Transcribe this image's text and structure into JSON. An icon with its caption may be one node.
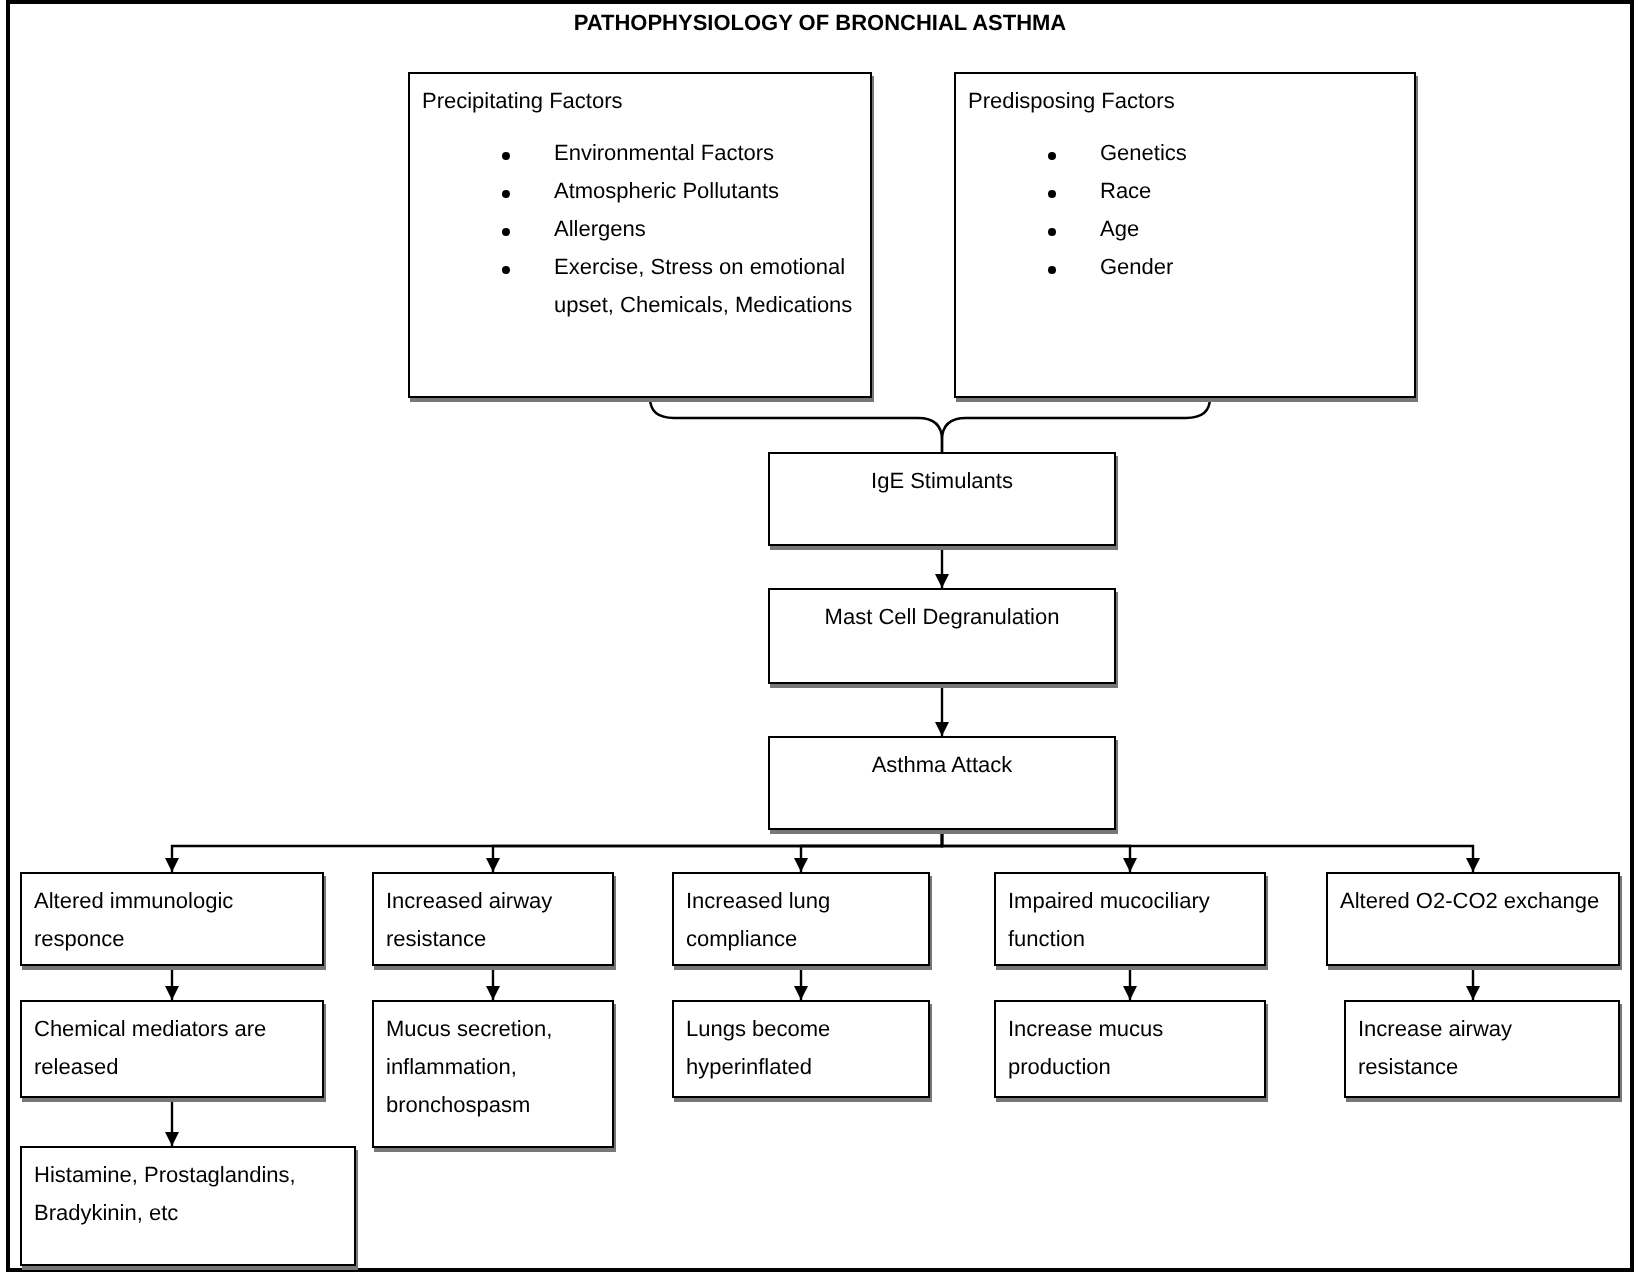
{
  "diagram": {
    "title": "PATHOPHYSIOLOGY OF BRONCHIAL ASTHMA",
    "nodes": [
      {
        "text": [
          "Precipitating Factors",
          "Environmental Factors",
          "Atmospheric Pollutants",
          "Allergens",
          "Exercise, Stress on emotional upset, Chemicals, Medications"
        ]
      },
      {
        "text": [
          "Predisposing Factors",
          "Genetics",
          "Race",
          "Age",
          "Gender"
        ]
      },
      {
        "text": [
          "IgE Stimulants"
        ]
      },
      {
        "text": [
          "Mast Cell Degranulation"
        ]
      },
      {
        "text": [
          "Asthma Attack"
        ]
      },
      {
        "text": [
          "Altered immunologic responce"
        ]
      },
      {
        "text": [
          "Increased airway resistance"
        ]
      },
      {
        "text": [
          "Increased lung compliance"
        ]
      },
      {
        "text": [
          "Impaired mucociliary function"
        ]
      },
      {
        "text": [
          "Altered O2-CO2 exchange"
        ]
      },
      {
        "text": [
          "Chemical mediators are released"
        ]
      },
      {
        "text": [
          "Mucus secretion, inflammation, bronchospasm"
        ]
      },
      {
        "text": [
          "Lungs become hyperinflated"
        ]
      },
      {
        "text": [
          "Increase mucus production"
        ]
      },
      {
        "text": [
          "Increase airway resistance"
        ]
      },
      {
        "text": [
          "Histamine, Prostaglandins, Bradykinin, etc"
        ]
      }
    ],
    "edges": [
      {
        "from": 0,
        "to": 2,
        "arrow": "none"
      },
      {
        "from": 1,
        "to": 2,
        "arrow": "none"
      },
      {
        "from": 2,
        "to": 3,
        "arrow": "to"
      },
      {
        "from": 3,
        "to": 4,
        "arrow": "to"
      },
      {
        "from": 4,
        "to": 5,
        "arrow": "to"
      },
      {
        "from": 4,
        "to": 6,
        "arrow": "to"
      },
      {
        "from": 4,
        "to": 7,
        "arrow": "to"
      },
      {
        "from": 4,
        "to": 8,
        "arrow": "to"
      },
      {
        "from": 4,
        "to": 9,
        "arrow": "to"
      },
      {
        "from": 5,
        "to": 10,
        "arrow": "to"
      },
      {
        "from": 6,
        "to": 11,
        "arrow": "to"
      },
      {
        "from": 7,
        "to": 12,
        "arrow": "to"
      },
      {
        "from": 8,
        "to": 13,
        "arrow": "to"
      },
      {
        "from": 9,
        "to": 14,
        "arrow": "to"
      },
      {
        "from": 10,
        "to": 15,
        "arrow": "to"
      }
    ]
  }
}
